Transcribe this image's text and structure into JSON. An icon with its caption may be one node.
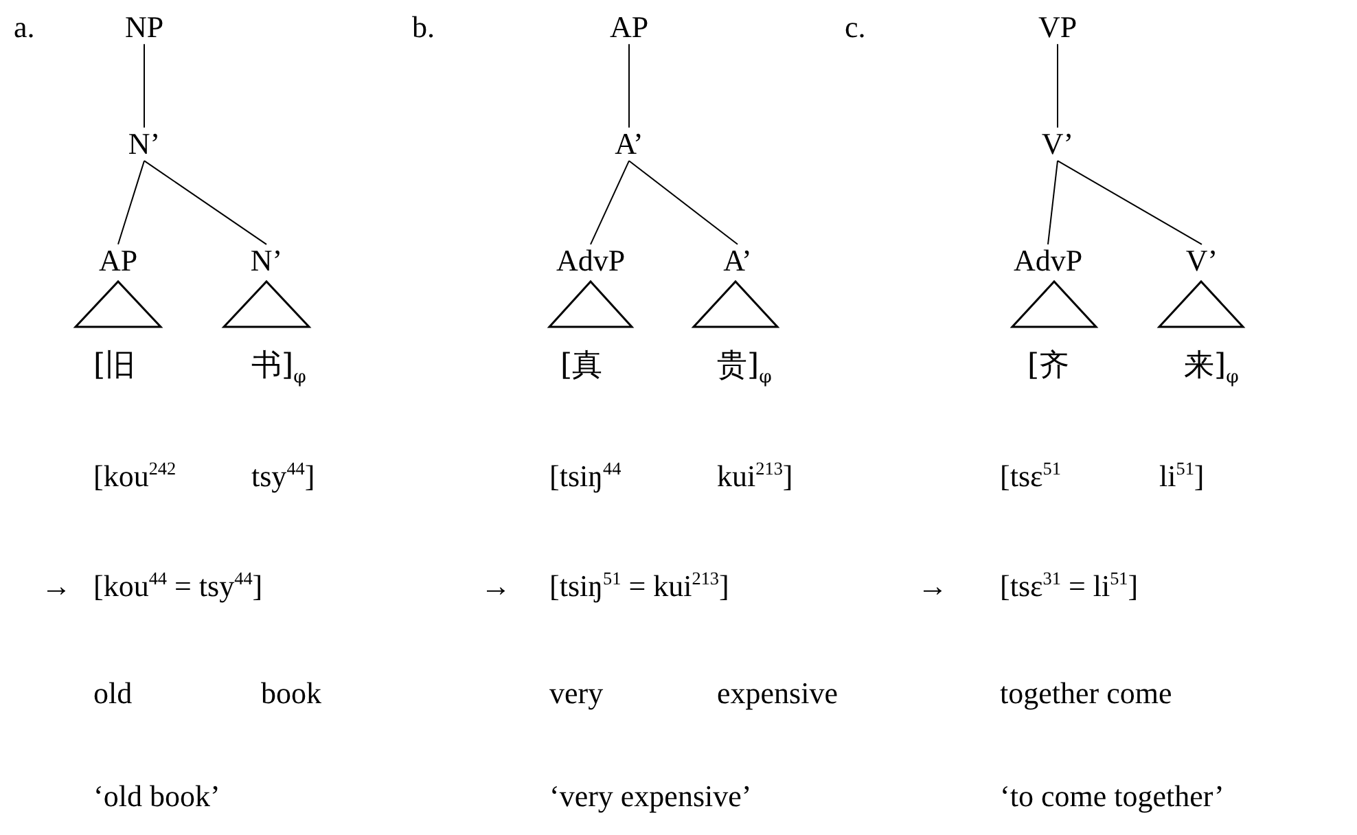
{
  "diagram": {
    "nodes": [
      {
        "text": [
          "NP"
        ]
      },
      {
        "text": [
          "N’"
        ]
      },
      {
        "text": [
          "AP"
        ]
      },
      {
        "text": [
          "N’"
        ]
      },
      {
        "text": [],
        "shape": "triangle",
        "beside": [
          "[旧"
        ]
      },
      {
        "text": [],
        "shape": "triangle",
        "beside": [
          "书]$_{φ}$"
        ]
      },
      {
        "text": [
          "AP"
        ]
      },
      {
        "text": [
          "A’"
        ]
      },
      {
        "text": [
          "AdvP"
        ]
      },
      {
        "text": [
          "A’"
        ]
      },
      {
        "text": [],
        "shape": "triangle",
        "beside": [
          "[真"
        ]
      },
      {
        "text": [],
        "shape": "triangle",
        "beside": [
          "贵]$_{φ}$"
        ]
      },
      {
        "text": [
          "VP"
        ]
      },
      {
        "text": [
          "V’"
        ]
      },
      {
        "text": [
          "AdvP"
        ]
      },
      {
        "text": [
          "V’"
        ]
      },
      {
        "text": [],
        "shape": "triangle",
        "beside": [
          "[齐"
        ]
      },
      {
        "text": [],
        "shape": "triangle",
        "beside": [
          "来]$_{φ}$"
        ]
      }
    ],
    "edges": [
      {
        "from": 0,
        "to": 1,
        "arrow": "none"
      },
      {
        "from": 1,
        "to": 2,
        "arrow": "none"
      },
      {
        "from": 1,
        "to": 3,
        "arrow": "none"
      },
      {
        "from": 6,
        "to": 7,
        "arrow": "none"
      },
      {
        "from": 7,
        "to": 8,
        "arrow": "none"
      },
      {
        "from": 7,
        "to": 9,
        "arrow": "none"
      },
      {
        "from": 12,
        "to": 13,
        "arrow": "none"
      },
      {
        "from": 13,
        "to": 14,
        "arrow": "none"
      },
      {
        "from": 13,
        "to": 15,
        "arrow": "none"
      }
    ],
    "labels": [
      "a.",
      "b.",
      "c.",
      "[kou$^{242}$",
      "tsy$^{44}$]",
      "[tsiŋ$^{44}$",
      "kui$^{213}$]",
      "[tsɛ$^{51}$",
      "li$^{51}$]",
      "→",
      "[kou$^{44}$ = tsy$^{44}$]",
      "→",
      "[tsiŋ$^{51}$ = kui$^{213}$]",
      "→",
      "[tsɛ$^{31}$ = li$^{51}$]",
      "old",
      "book",
      "very",
      "expensive",
      "together come",
      "‘old book’",
      "‘very expensive’",
      "‘to come together’"
    ]
  }
}
